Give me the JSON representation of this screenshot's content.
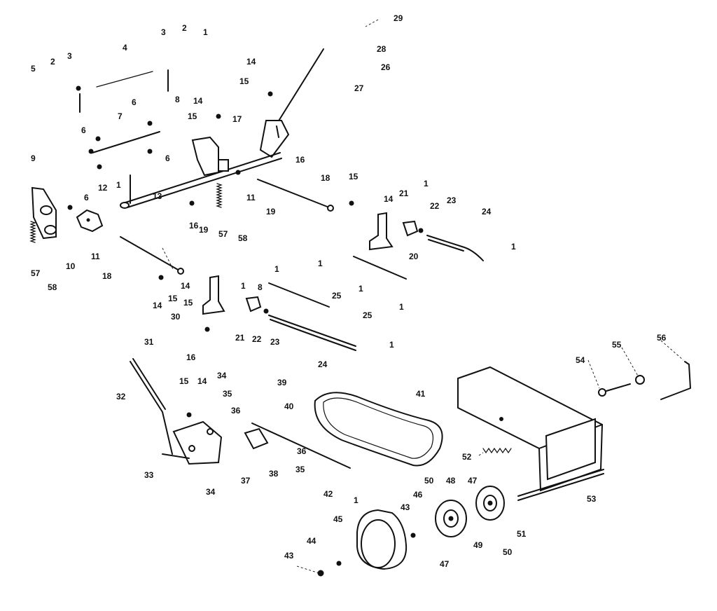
{
  "diagram": {
    "callouts": [
      "29",
      "28",
      "26",
      "27",
      "3",
      "2",
      "1",
      "4",
      "5",
      "2",
      "3",
      "14",
      "15",
      "8",
      "6",
      "14",
      "7",
      "15",
      "17",
      "16",
      "6",
      "6",
      "9",
      "12",
      "1",
      "13",
      "11",
      "18",
      "15",
      "19",
      "14",
      "21",
      "1",
      "22",
      "23",
      "24",
      "16",
      "57",
      "58",
      "10",
      "11",
      "19",
      "6",
      "57",
      "58",
      "18",
      "1",
      "1",
      "14",
      "15",
      "15",
      "14",
      "1",
      "8",
      "25",
      "25",
      "1",
      "1",
      "30",
      "21",
      "22",
      "23",
      "24",
      "1",
      "16",
      "31",
      "32",
      "15",
      "14",
      "34",
      "35",
      "36",
      "39",
      "40",
      "41",
      "33",
      "37",
      "38",
      "35",
      "34",
      "36",
      "52",
      "54",
      "55",
      "56",
      "53",
      "42",
      "1",
      "50",
      "48",
      "47",
      "43",
      "46",
      "45",
      "44",
      "43",
      "47",
      "49",
      "51",
      "50",
      "20",
      "1"
    ]
  }
}
